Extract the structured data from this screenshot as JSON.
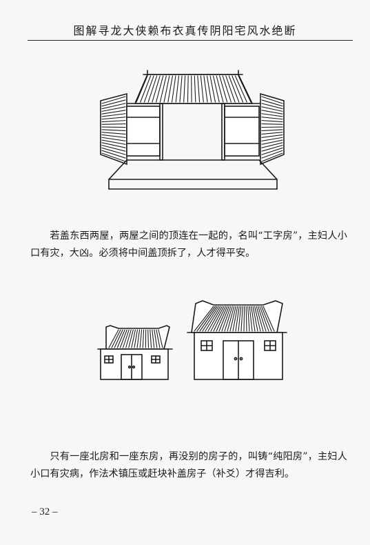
{
  "header": {
    "title": "图解寻龙大侠赖布衣真传阴阳宅风水绝断"
  },
  "figures": [
    {
      "icon": "gongzi-house-illustration"
    },
    {
      "icon": "two-houses-illustration"
    }
  ],
  "paragraphs": [
    "若盖东西两屋，两屋之间的顶连在一起的，名叫“工字房”，主妇人小口有灾，大凶。必须将中间盖顶拆了，人才得平安。",
    "只有一座北房和一座东房，再没别的房子的，叫铸“纯阳房”，主妇人小口有灾病，作法术镇压或赶块补盖房子（补爻）才得吉利。"
  ],
  "footer": {
    "page_number": "– 32 –"
  }
}
